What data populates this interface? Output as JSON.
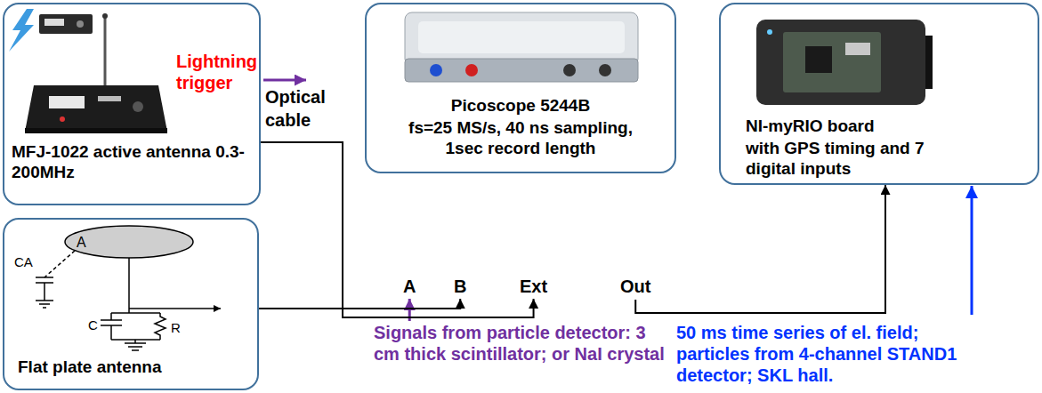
{
  "diagram": {
    "nodes": [
      {
        "text": [
          "Lightning trigger",
          "MFJ-1022 active antenna 0.3-200MHz"
        ]
      },
      {
        "text": [
          "Flat plate antenna"
        ]
      },
      {
        "text": [
          "Picoscope 5244B",
          "fs=25 MS/s, 40 ns sampling, 1sec record length"
        ]
      },
      {
        "text": [
          "NI-myRIO board",
          "with GPS timing and 7 digital inputs"
        ]
      }
    ],
    "edges": [
      {
        "from": 0,
        "to": 2,
        "arrow": "to"
      },
      {
        "from": 1,
        "to": 2,
        "arrow": "to"
      },
      {
        "from": 2,
        "to": 3,
        "arrow": "to"
      }
    ],
    "labels": [
      "Optical cable",
      "A",
      "B",
      "Ext",
      "Out",
      "Signals from particle detector: 3 cm thick scintillator; or NaI crystal",
      "50 ms time series of el. field; particles from 4-channel STAND1 detector; SKL hall.",
      "A",
      "CA",
      "C",
      "R"
    ]
  }
}
